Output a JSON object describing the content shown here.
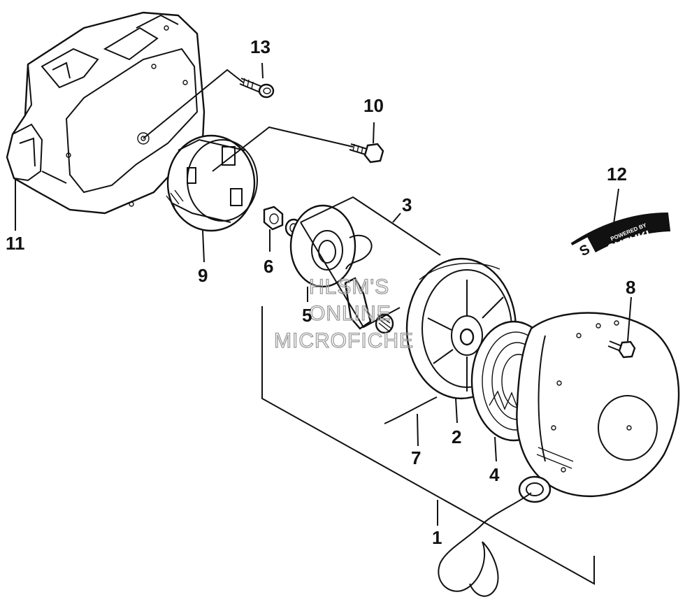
{
  "diagram": {
    "callouts": {
      "c1": "1",
      "c2": "2",
      "c3": "3",
      "c4": "4",
      "c5": "5",
      "c6": "6",
      "c7": "7",
      "c8": "8",
      "c9": "9",
      "c10": "10",
      "c11": "11",
      "c12": "12",
      "c13": "13"
    },
    "watermark": {
      "line1": "HLSM'S",
      "line2": "ONLINE",
      "line3": "MICROFICHE"
    },
    "decal": {
      "top": "POWERED BY",
      "brand": "SUZUKI",
      "mark": "S"
    }
  }
}
